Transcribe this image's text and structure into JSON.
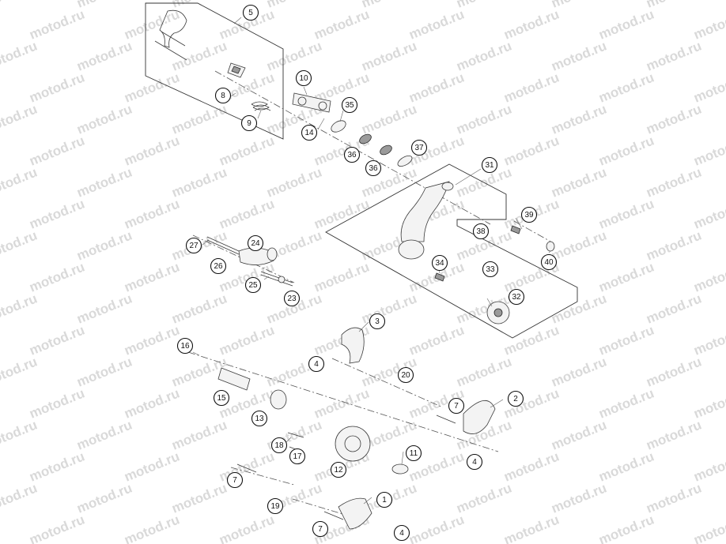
{
  "watermark": "motod.ru",
  "callouts": [
    {
      "id": "c5",
      "label": "5"
    },
    {
      "id": "c10",
      "label": "10"
    },
    {
      "id": "c8",
      "label": "8"
    },
    {
      "id": "c9",
      "label": "9"
    },
    {
      "id": "c14",
      "label": "14"
    },
    {
      "id": "c35",
      "label": "35"
    },
    {
      "id": "c36a",
      "label": "36"
    },
    {
      "id": "c36b",
      "label": "36"
    },
    {
      "id": "c37",
      "label": "37"
    },
    {
      "id": "c31",
      "label": "31"
    },
    {
      "id": "c39",
      "label": "39"
    },
    {
      "id": "c38",
      "label": "38"
    },
    {
      "id": "c40",
      "label": "40"
    },
    {
      "id": "c27",
      "label": "27"
    },
    {
      "id": "c24",
      "label": "24"
    },
    {
      "id": "c26",
      "label": "26"
    },
    {
      "id": "c25",
      "label": "25"
    },
    {
      "id": "c23",
      "label": "23"
    },
    {
      "id": "c34",
      "label": "34"
    },
    {
      "id": "c33",
      "label": "33"
    },
    {
      "id": "c32",
      "label": "32"
    },
    {
      "id": "c3",
      "label": "3"
    },
    {
      "id": "c16",
      "label": "16"
    },
    {
      "id": "c4a",
      "label": "4"
    },
    {
      "id": "c20",
      "label": "20"
    },
    {
      "id": "c15",
      "label": "15"
    },
    {
      "id": "c2",
      "label": "2"
    },
    {
      "id": "c7a",
      "label": "7"
    },
    {
      "id": "c13",
      "label": "13"
    },
    {
      "id": "c18",
      "label": "18"
    },
    {
      "id": "c17",
      "label": "17"
    },
    {
      "id": "c11",
      "label": "11"
    },
    {
      "id": "c4b",
      "label": "4"
    },
    {
      "id": "c12",
      "label": "12"
    },
    {
      "id": "c7b",
      "label": "7"
    },
    {
      "id": "c1",
      "label": "1"
    },
    {
      "id": "c19",
      "label": "19"
    },
    {
      "id": "c7c",
      "label": "7"
    },
    {
      "id": "c4c",
      "label": "4"
    }
  ]
}
